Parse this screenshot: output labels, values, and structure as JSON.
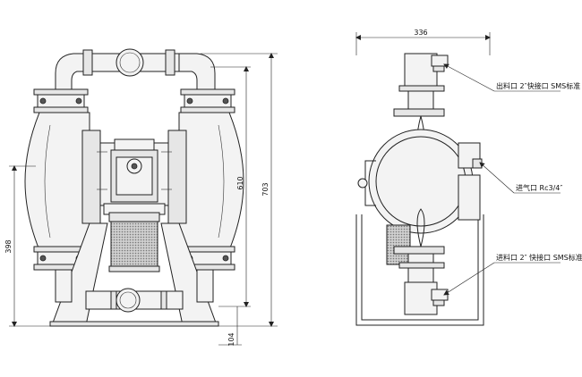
{
  "dimensions": {
    "width_right": "336",
    "height_mid": "610",
    "height_total": "703",
    "height_left": "398",
    "height_bottom": "104"
  },
  "callouts": {
    "outlet": "出料口 2″快接口 SMS标准",
    "air_inlet": "进气口 Rc3/4″",
    "inlet": "进料口 2″ 快接口 SMS标准"
  }
}
